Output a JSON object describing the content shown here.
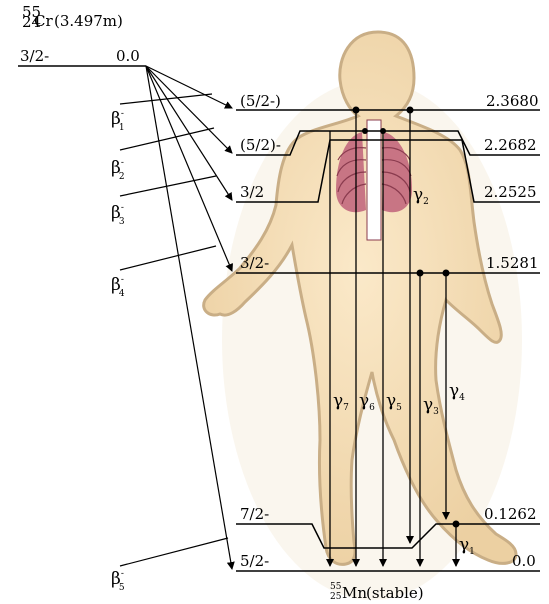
{
  "parent": {
    "mass": "55",
    "z": "24",
    "symbol": "Cr",
    "halflife": "(3.497m)",
    "spin": "3/2-",
    "energy": "0.0"
  },
  "daughter": {
    "mass": "55",
    "z": "25",
    "symbol": "Mn",
    "note": "(stable)"
  },
  "levels": [
    {
      "spin": "(5/2-)",
      "energy": "2.3680"
    },
    {
      "spin": "(5/2)-",
      "energy": "2.2682"
    },
    {
      "spin": "3/2",
      "energy": "2.2525"
    },
    {
      "spin": "3/2-",
      "energy": "1.5281"
    },
    {
      "spin": "7/2-",
      "energy": "0.1262"
    },
    {
      "spin": "5/2-",
      "energy": "0.0"
    }
  ],
  "betas": [
    {
      "base": "β",
      "sup": "-",
      "sub": "1"
    },
    {
      "base": "β",
      "sup": "-",
      "sub": "2"
    },
    {
      "base": "β",
      "sup": "-",
      "sub": "3"
    },
    {
      "base": "β",
      "sup": "-",
      "sub": "4"
    },
    {
      "base": "β",
      "sup": "-",
      "sub": "5"
    }
  ],
  "gammas": [
    {
      "base": "γ",
      "sub": "1"
    },
    {
      "base": "γ",
      "sub": "2"
    },
    {
      "base": "γ",
      "sub": "3"
    },
    {
      "base": "γ",
      "sub": "4"
    },
    {
      "base": "γ",
      "sub": "5"
    },
    {
      "base": "γ",
      "sub": "6"
    },
    {
      "base": "γ",
      "sub": "7"
    }
  ],
  "colors": {
    "skin": "#f3dcb6",
    "skin_edge": "#c9ae86",
    "lines": "#000000",
    "lungs": "#c0627a",
    "ribs": "#8a3b4e"
  }
}
